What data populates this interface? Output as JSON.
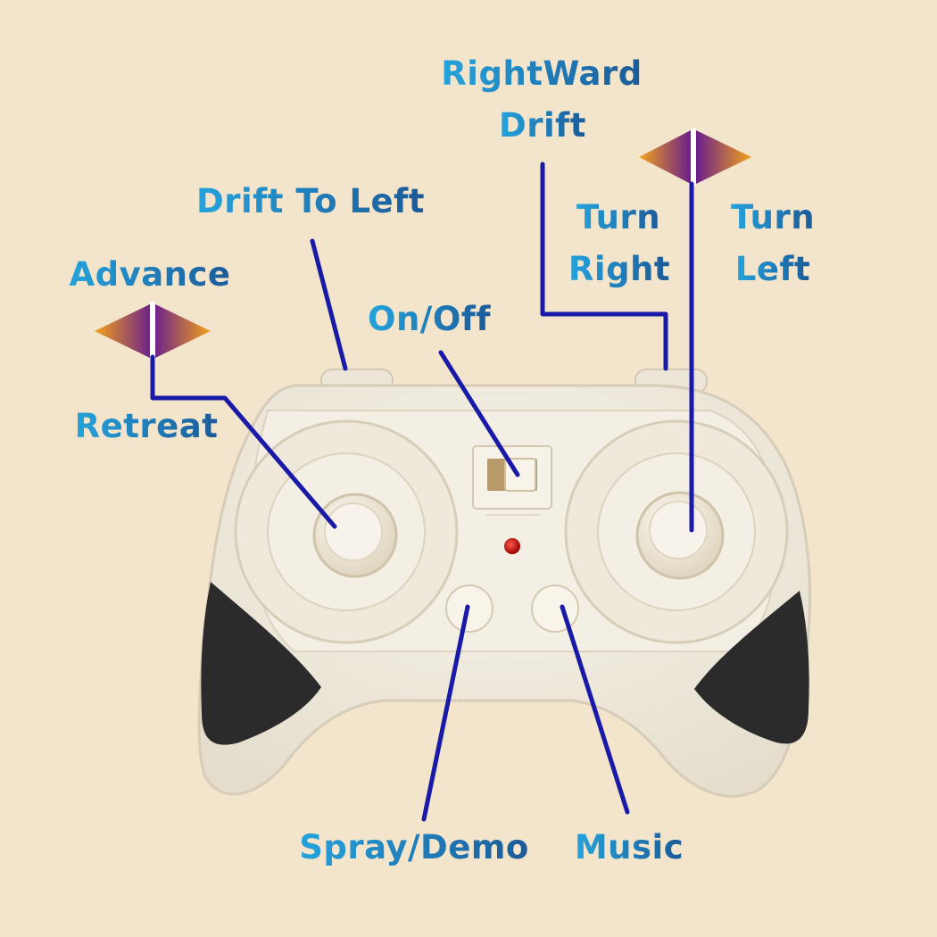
{
  "labels": {
    "rightward_drift": [
      "RightWard",
      "Drift"
    ],
    "drift_to_left": "Drift To Left",
    "turn_right": [
      "Turn",
      "Right"
    ],
    "turn_left": [
      "Turn",
      "Left"
    ],
    "advance": "Advance",
    "retreat": "Retreat",
    "on_off": "On/Off",
    "spray_demo": "Spray/Demo",
    "music": "Music"
  },
  "colors": {
    "background": "#f3e4cc",
    "label_light": "#25a3dc",
    "label_dark": "#1b5a98",
    "leader_line": "#1a1aa8",
    "controller_body": "#f2eee3",
    "grip": "#2b2b2b",
    "led": "#cc0000",
    "arrow_outer": "#f2a21a",
    "arrow_inner": "#6a1f8c"
  }
}
